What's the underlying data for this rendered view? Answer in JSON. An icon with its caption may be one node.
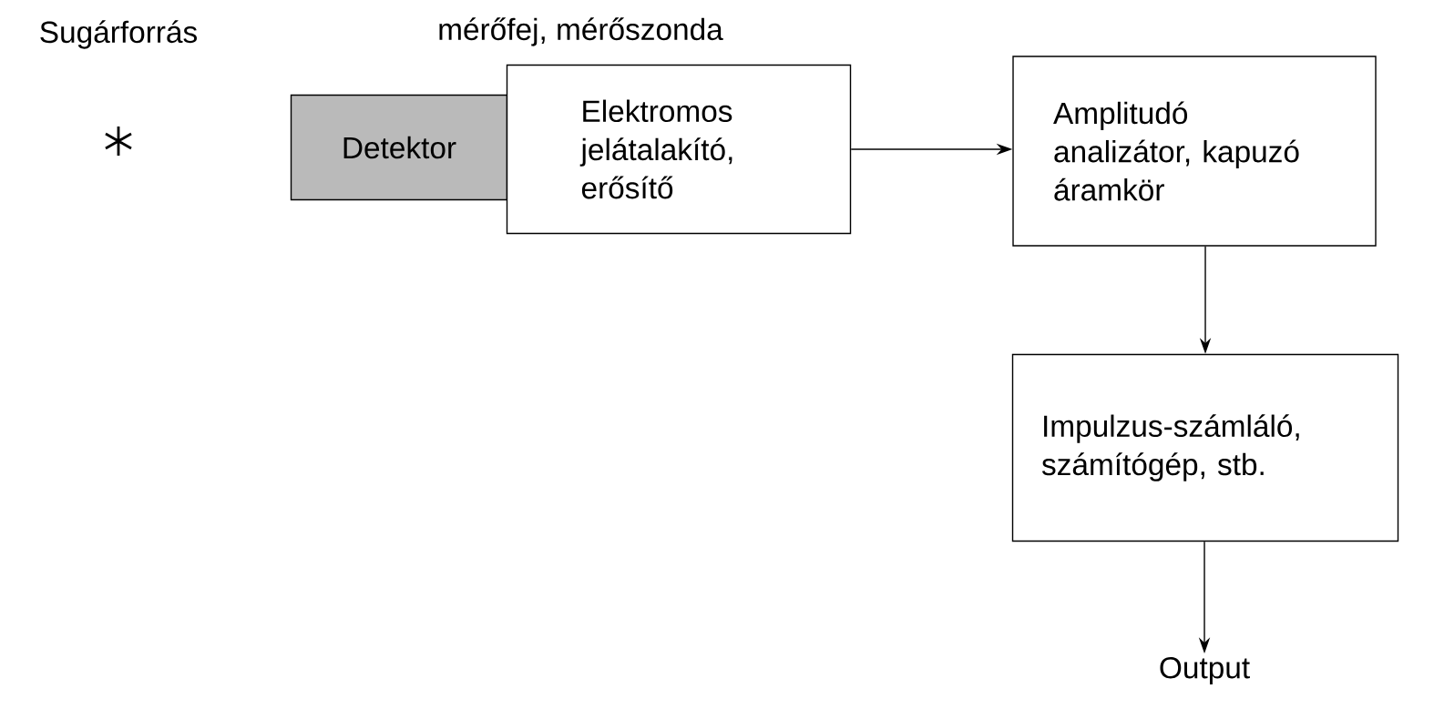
{
  "diagram": {
    "nodes": [
      {
        "text": [
          "Detektor"
        ]
      },
      {
        "text": [
          "Elektromos jelátalakító, erősítő"
        ]
      },
      {
        "text": [
          "Amplitudó analizátor, kapuzó áramkör"
        ]
      },
      {
        "text": [
          "Impulzus-számláló, számítógép, stb."
        ]
      },
      {
        "text": [
          "Output"
        ]
      }
    ],
    "edges": [
      {
        "from": 1,
        "to": 2,
        "arrow": "to"
      },
      {
        "from": 2,
        "to": 3,
        "arrow": "to"
      },
      {
        "from": 3,
        "to": 4,
        "arrow": "to"
      }
    ],
    "labels": [
      "Sugárforrás",
      "mérőfej, mérőszonda"
    ]
  }
}
